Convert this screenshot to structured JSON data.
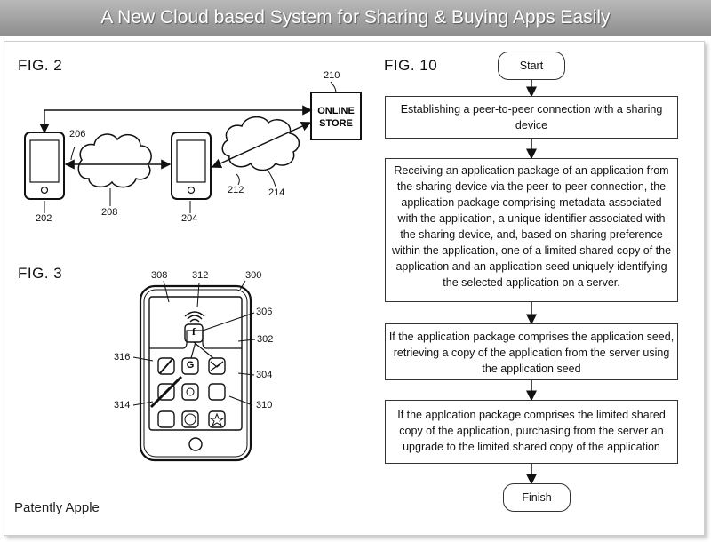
{
  "title": "A New Cloud based System for Sharing & Buying Apps Easily",
  "credit": "Patently Apple",
  "fig2": {
    "label": "FIG. 2",
    "store_line1": "ONLINE",
    "store_line2": "STORE",
    "refs": {
      "r210": "210",
      "r206": "206",
      "r202": "202",
      "r208": "208",
      "r204": "204",
      "r212": "212",
      "r214": "214"
    }
  },
  "fig3": {
    "label": "FIG. 3",
    "refs": {
      "r308": "308",
      "r312": "312",
      "r300": "300",
      "r306": "306",
      "r302": "302",
      "r316": "316",
      "r304": "304",
      "r314": "314",
      "r310": "310"
    },
    "icon_f": "f",
    "icon_g": "G"
  },
  "fig10": {
    "label": "FIG. 10",
    "start": "Start",
    "finish": "Finish",
    "step1": [
      "Establishing a peer-to-peer connection with a sharing",
      "device"
    ],
    "step2": [
      "Receiving an application package of an application from",
      "the sharing device via the peer-to-peer connection, the",
      "application package comprising metadata associated",
      "with the application, a unique identifier associated with",
      "the sharing device, and, based on sharing preference",
      "within the application, one of a limited shared copy of the",
      "application and an application seed uniquely identifying",
      "the selected application on a server."
    ],
    "step3": [
      "If the application package comprises the application seed,",
      "retrieving a copy of the application from the server using",
      "the application seed"
    ],
    "step4": [
      "If the applcation package comprises the limited shared",
      "copy of the application, purchasing from the server an",
      "upgrade to the limited shared copy of the application"
    ]
  }
}
